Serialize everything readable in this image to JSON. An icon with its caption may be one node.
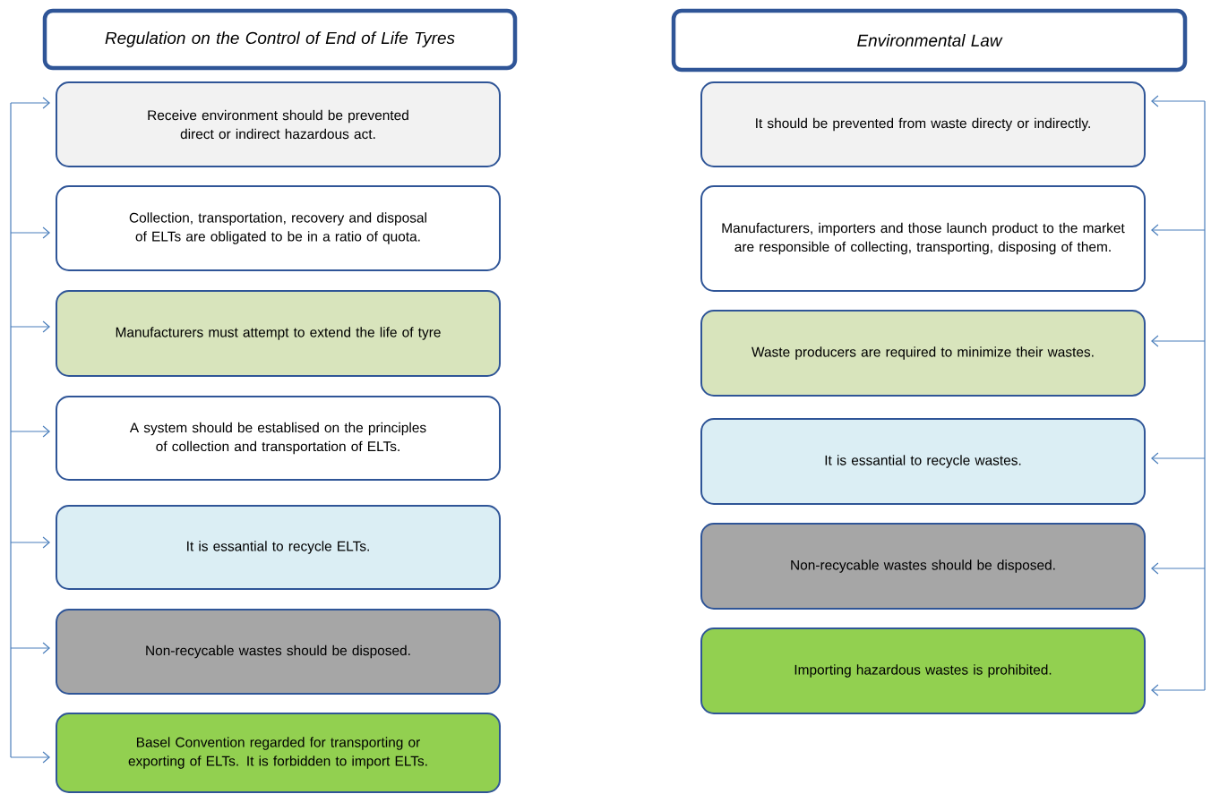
{
  "diagram": {
    "nodes": [
      {
        "text": [
          "Regulation on the Control of End of Life Tyres"
        ]
      },
      {
        "text": [
          "Receive environment should be prevented direct or indirect hazardous act."
        ]
      },
      {
        "text": [
          "Collection, transportation, recovery and disposal of ELTs are obligated to be in a ratio of quota."
        ]
      },
      {
        "text": [
          "Manufacturers must attempt to extend the life of tyre"
        ]
      },
      {
        "text": [
          "A system should be establised on the principles of collection and transportation of ELTs."
        ]
      },
      {
        "text": [
          "It is essantial to recycle ELTs."
        ]
      },
      {
        "text": [
          "Non-recycable wastes should be disposed."
        ]
      },
      {
        "text": [
          "Basel Convention regarded for transporting or exporting of ELTs. It is forbidden to import ELTs."
        ]
      },
      {
        "text": [
          "Environmental Law"
        ]
      },
      {
        "text": [
          "It should be prevented from waste directy or indirectly."
        ]
      },
      {
        "text": [
          "Manufacturers, importers and those launch product to the market are responsible of collecting, transporting, disposing of them."
        ]
      },
      {
        "text": [
          "Waste producers are required to minimize their wastes."
        ]
      },
      {
        "text": [
          "It is essantial to recycle wastes."
        ]
      },
      {
        "text": [
          "Non-recycable wastes should be disposed."
        ]
      },
      {
        "text": [
          "Importing hazardous wastes is prohibited."
        ]
      }
    ],
    "edges": [
      {
        "from": null,
        "to": 1,
        "arrow": "to"
      },
      {
        "from": null,
        "to": 2,
        "arrow": "to"
      },
      {
        "from": null,
        "to": 3,
        "arrow": "to"
      },
      {
        "from": null,
        "to": 4,
        "arrow": "to"
      },
      {
        "from": null,
        "to": 5,
        "arrow": "to"
      },
      {
        "from": null,
        "to": 6,
        "arrow": "to"
      },
      {
        "from": null,
        "to": 7,
        "arrow": "to"
      },
      {
        "from": null,
        "to": 9,
        "arrow": "to"
      },
      {
        "from": null,
        "to": 10,
        "arrow": "to"
      },
      {
        "from": null,
        "to": 11,
        "arrow": "to"
      },
      {
        "from": null,
        "to": 12,
        "arrow": "to"
      },
      {
        "from": null,
        "to": 13,
        "arrow": "to"
      },
      {
        "from": null,
        "to": 14,
        "arrow": "to"
      }
    ]
  }
}
